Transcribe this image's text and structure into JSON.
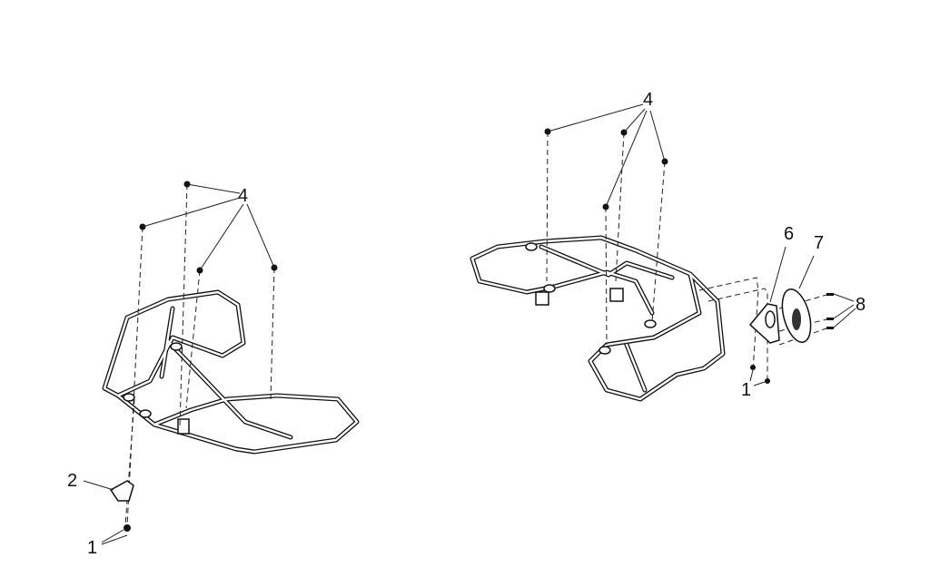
{
  "diagram": {
    "callouts": {
      "left_4": "4",
      "left_2": "2",
      "left_1": "1",
      "right_4": "4",
      "right_6": "6",
      "right_7": "7",
      "right_8": "8",
      "right_1": "1"
    }
  }
}
